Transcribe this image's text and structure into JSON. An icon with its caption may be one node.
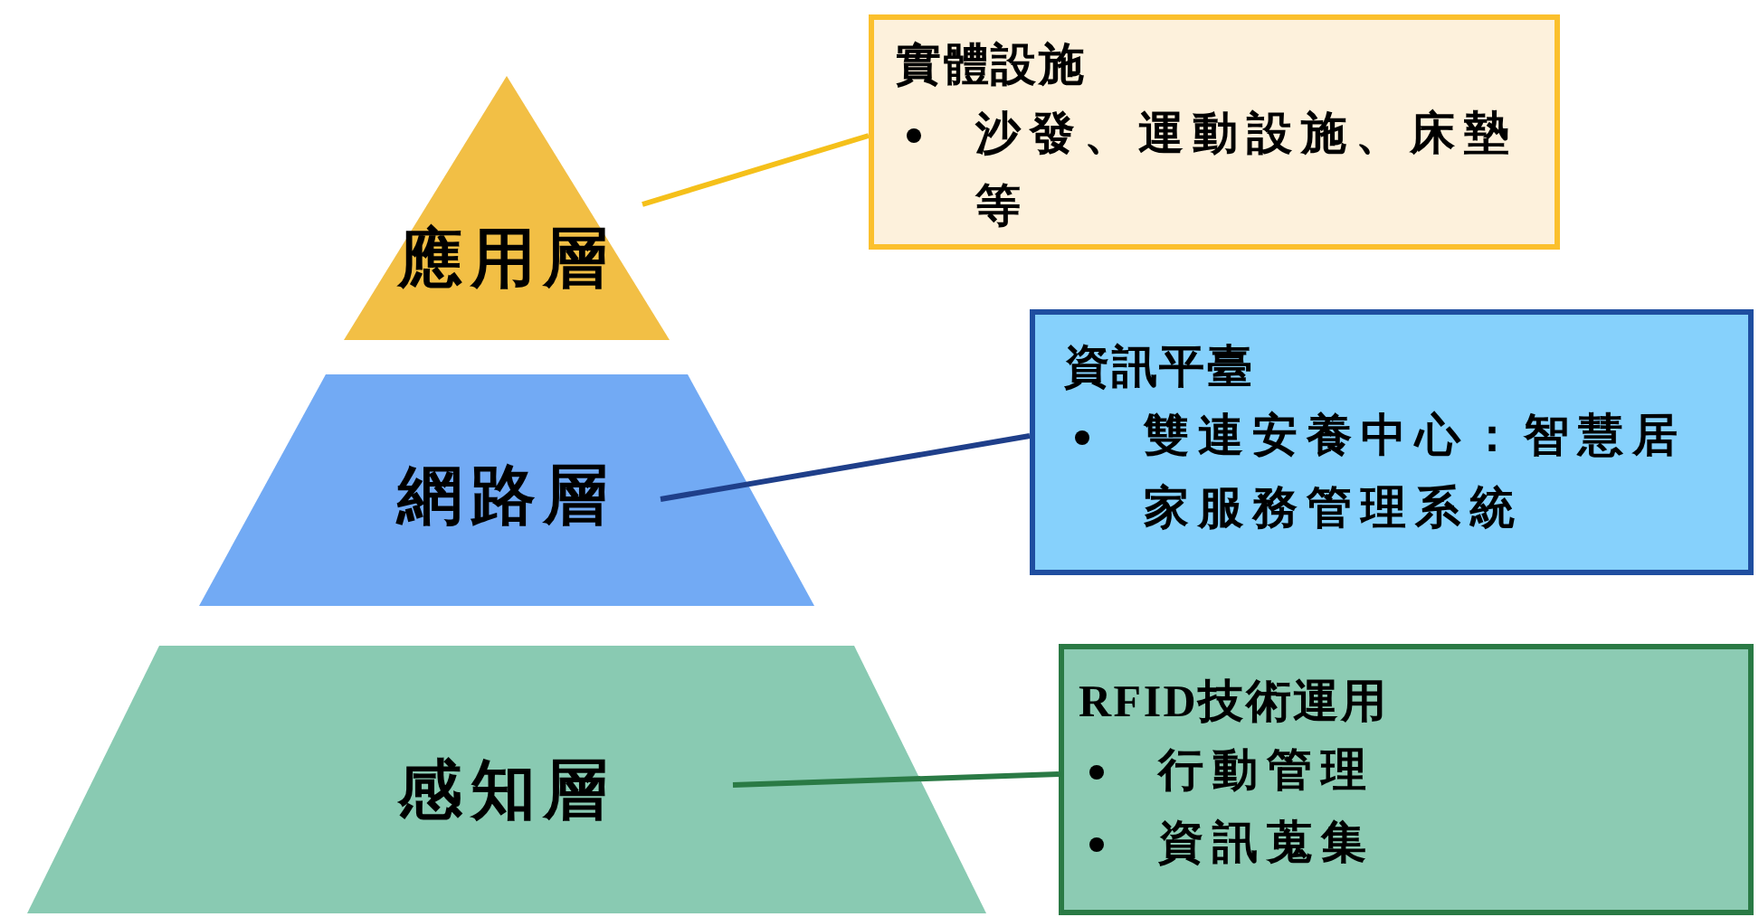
{
  "diagram": {
    "nodes": [
      {
        "text": [
          "應用層"
        ]
      },
      {
        "text": [
          "網路層"
        ]
      },
      {
        "text": [
          "感知層"
        ]
      },
      {
        "text": [
          "實體設施",
          "沙發、運動設施、床墊等"
        ]
      },
      {
        "text": [
          "資訊平臺",
          "雙連安養中心：智慧居家服務管理系統"
        ]
      },
      {
        "text": [
          "RFID技術運用",
          "行動管理",
          "資訊蒐集"
        ]
      }
    ],
    "edges": [
      {
        "from": 0,
        "to": 3,
        "arrow": "none",
        "color": "#f5c01a"
      },
      {
        "from": 1,
        "to": 4,
        "arrow": "none",
        "color": "#1f3f8a"
      },
      {
        "from": 2,
        "to": 5,
        "arrow": "none",
        "color": "#2a7a45"
      }
    ]
  }
}
